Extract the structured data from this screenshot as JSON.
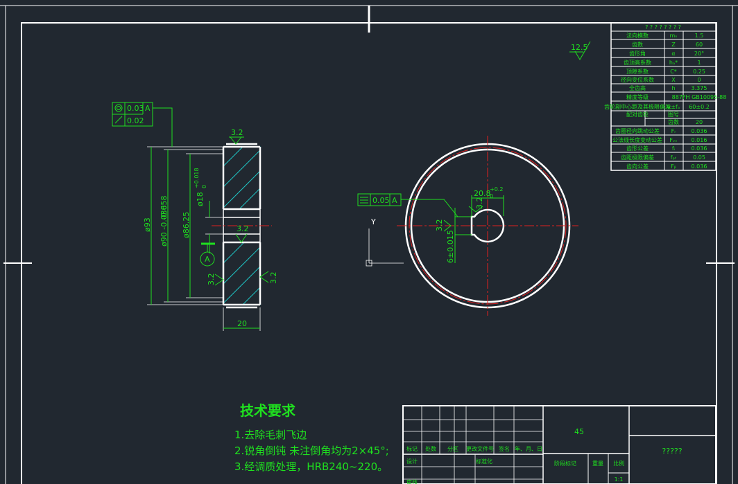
{
  "drawing": {
    "roughness_general": "12.5",
    "gear_params": {
      "header": "? ? ? ? ? ? ? ?",
      "rows": [
        {
          "name": "法向模数",
          "symbol": "mₙ",
          "value": "1.5"
        },
        {
          "name": "齿数",
          "symbol": "Z",
          "value": "60"
        },
        {
          "name": "齿形角",
          "symbol": "α",
          "value": "20°"
        },
        {
          "name": "齿顶高系数",
          "symbol": "hₐ*",
          "value": "1"
        },
        {
          "name": "顶隙系数",
          "symbol": "C*",
          "value": "0.25"
        },
        {
          "name": "径向变位系数",
          "symbol": "X",
          "value": "0"
        },
        {
          "name": "全齿高",
          "symbol": "h",
          "value": "3.375"
        },
        {
          "name": "精度等级",
          "symbol": "",
          "value": "887FH GB10095-88"
        },
        {
          "name": "齿轮副中心距及其极限偏差",
          "symbol": "α±fₐ",
          "value": "60±0.2"
        },
        {
          "name": "配对齿轮",
          "symbol": "图号",
          "value": ""
        },
        {
          "name": "",
          "symbol": "齿数",
          "value": "20"
        },
        {
          "name": "齿圈径向跳动公差",
          "symbol": "Fᵣ",
          "value": "0.036"
        },
        {
          "name": "公法线长度变动公差",
          "symbol": "Fᵥᵥ",
          "value": "0.016"
        },
        {
          "name": "齿形公差",
          "symbol": "fᵢ",
          "value": "0.036"
        },
        {
          "name": "齿距极限偏差",
          "symbol": "fₚₜ",
          "value": "0.05"
        },
        {
          "name": "齿向公差",
          "symbol": "Fᵦ",
          "value": "0.036"
        }
      ]
    },
    "side_view": {
      "gdt_coaxiality": {
        "value": "0.03",
        "datum": "A"
      },
      "gdt_runout": {
        "value": "0.02"
      },
      "rough_top": "3.2",
      "rough_bore": "3.2",
      "rough_face_left": "3.2",
      "rough_face_right": "3.2",
      "dim_outer": "ø93",
      "dim_root": "ø90 -0.036",
      "dim_root_lower": "-0.058",
      "dim_pitch": "ø86.25",
      "dim_bore": "ø18",
      "dim_bore_tol_upper": "+0.018",
      "dim_bore_tol_lower": "0",
      "datum_label": "A",
      "dim_width": "20"
    },
    "front_view": {
      "gdt_symmetry": {
        "value": "0.05",
        "datum": "A"
      },
      "key_depth": "20.8",
      "key_depth_tol": "+0.2",
      "key_depth_tol2": "0",
      "key_width": "6±0.015",
      "rough_key_top": "3.2",
      "rough_key_side": "3.2",
      "ucs_y": "Y"
    },
    "tech_requirements": {
      "title": "技术要求",
      "items": [
        "1.去除毛刺飞边",
        "2.锐角倒钝 未注倒角均为2×45°;",
        "3.经调质处理，HRB240~220。"
      ]
    },
    "title_block": {
      "material": "45",
      "part_name": "?????",
      "header_labels": [
        "标记",
        "处数",
        "分区",
        "更改文件号",
        "签名",
        "年、月、日"
      ],
      "design_label": "设计",
      "standardize_label": "标准化",
      "stage_label": "阶段标记",
      "weight_label": "重量",
      "scale_label": "比例",
      "scale_value": "1:1",
      "review_label": "审核"
    }
  }
}
